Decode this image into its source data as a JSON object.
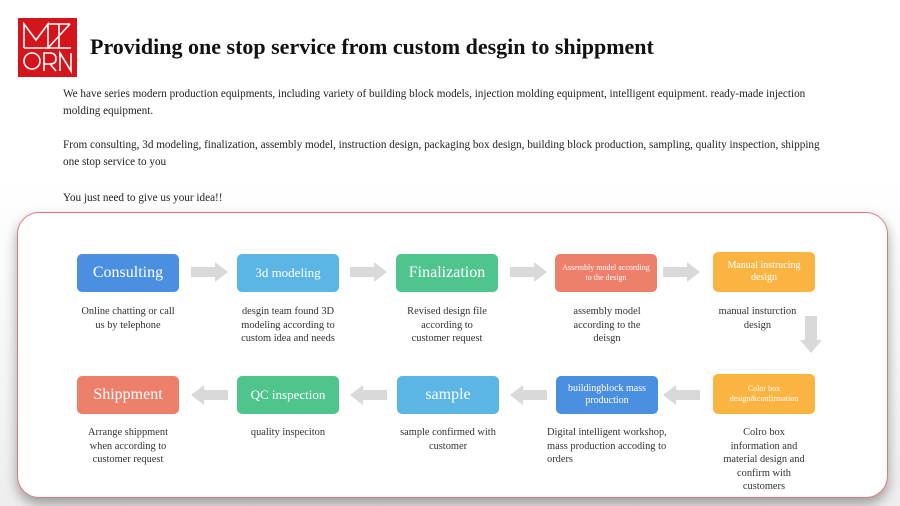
{
  "brand": {
    "logo_text": "MTORN",
    "logo_color": "#d4161c"
  },
  "header": {
    "title": "Providing one stop service from custom desgin to shippment"
  },
  "intro": {
    "p1": "We have series modern production equipments, including variety of building block models, injection molding equipment, intelligent equipment.  ready-made injection molding equipment.",
    "p2": "From consulting, 3d modeling, finalization, assembly model, instruction design, packaging box design, building block production, sampling, quality inspection, shipping one stop service to you",
    "p3": "You just need to give us your idea!!"
  },
  "process": {
    "steps": [
      {
        "label": "Consulting",
        "desc": "Online chatting or call us by telephone",
        "color": "#4a8fe0"
      },
      {
        "label": "3d modeling",
        "desc": "desgin team found 3D modeling according to custom idea and needs",
        "color": "#5bb6e6"
      },
      {
        "label": "Finalization",
        "desc": "Revised design file according to customer request",
        "color": "#4fc48d"
      },
      {
        "label": "Assembly model according to the design",
        "desc": "assembly model according to the deisgn",
        "color": "#ee7f6b"
      },
      {
        "label": "Manual instrucing design",
        "desc": "manual insturction design",
        "color": "#fbb441"
      },
      {
        "label": "Color box design&confirmation",
        "desc": "Colro box information and material design and confirm with customers",
        "color": "#fbb441"
      },
      {
        "label": "buildingblock mass production",
        "desc": "Digital intelligent workshop, mass production accoding to orders",
        "color": "#4a8fe0"
      },
      {
        "label": "sample",
        "desc": "sample confirmed with customer",
        "color": "#5bb6e6"
      },
      {
        "label": "QC inspection",
        "desc": "quality inspeciton",
        "color": "#4fc48d"
      },
      {
        "label": "Shippment",
        "desc": "Arrange shippment when according to customer request",
        "color": "#ee7f6b"
      }
    ],
    "arrow_color": "#d9d9d9",
    "border_color": "#e07a80"
  }
}
